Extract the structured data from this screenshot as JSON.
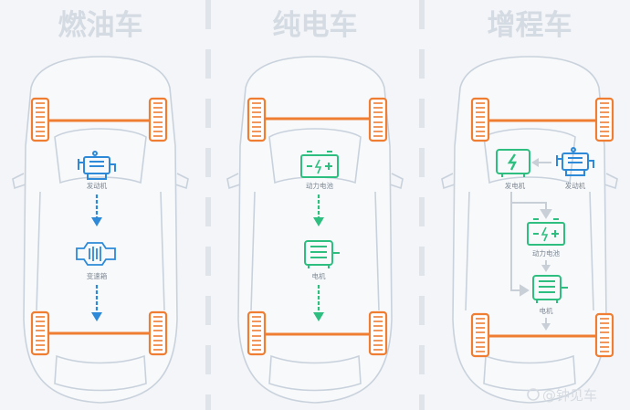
{
  "titles": {
    "fuel": "燃油车",
    "ev": "纯电车",
    "erev": "增程车"
  },
  "fuel": {
    "engine_label": "发动机",
    "gearbox_label": "变速箱"
  },
  "ev": {
    "battery_label": "动力电池",
    "motor_label": "电机"
  },
  "erev": {
    "generator_label": "发电机",
    "engine_label": "发动机",
    "battery_label": "动力电池",
    "motor_label": "电机"
  },
  "watermark": "@钟见车",
  "colors": {
    "background": "#f3f5f8",
    "title": "#d5dbe3",
    "outline": "#c9d2dc",
    "axle": "#ef7d32",
    "fuel_accent": "#2e8ad8",
    "ev_accent": "#2ebf80",
    "arrow_gray": "#c9cfd6"
  }
}
